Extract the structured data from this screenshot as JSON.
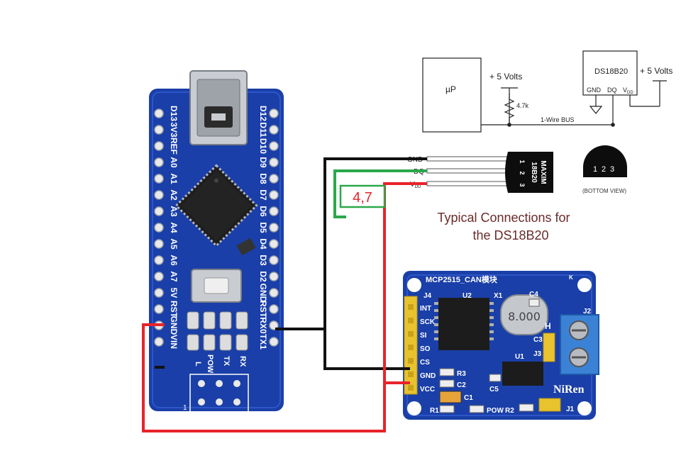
{
  "schematic": {
    "mcu_label": "µP",
    "pullup_supply": "+ 5 Volts",
    "resistor_value": "4.7k",
    "bus_label": "1-Wire BUS",
    "sensor_label": "DS18B20",
    "sensor_pins": [
      "GND",
      "DQ",
      "V"
    ],
    "vdd_subscript": "DD",
    "sensor_supply": "+ 5 Volts"
  },
  "package": {
    "pin_labels": [
      "GND",
      "DQ",
      "V"
    ],
    "vdd_subscript": "DD",
    "brand_lines": [
      "MAXIM",
      "18B20"
    ],
    "pin_numbers": [
      "1",
      "2",
      "3"
    ],
    "bottom_numbers": [
      "1",
      "2",
      "3"
    ],
    "bottom_view": "(BOTTOM VIEW)"
  },
  "caption": {
    "line1": "Typical Connections for",
    "line2": "the DS18B20"
  },
  "resistor_box": "4,7",
  "nano": {
    "left_pins": [
      "D13",
      "3V3",
      "REF",
      "A0",
      "A1",
      "A2",
      "A3",
      "A4",
      "A5",
      "A6",
      "A7",
      "5V",
      "RST",
      "GND",
      "VIN"
    ],
    "right_pins": [
      "D12",
      "D11",
      "D10",
      "D9",
      "D8",
      "D7",
      "D6",
      "D5",
      "D4",
      "D3",
      "D2",
      "GND",
      "RST",
      "RX0",
      "TX1"
    ],
    "led_labels": [
      "L",
      "POW",
      "TX",
      "RX"
    ],
    "header_number": "1"
  },
  "can_module": {
    "title": "MCP2515_CAN模块",
    "header_name": "J4",
    "header_pins": [
      "INT",
      "SCK",
      "SI",
      "SO",
      "CS",
      "GND",
      "VCC"
    ],
    "chip_u2": "U2",
    "crystal_ref": "X1",
    "crystal_value": "8.000",
    "chip_u1": "U1",
    "c4": "C4",
    "c3": "C3",
    "j3": "J3",
    "h": "H",
    "r3": "R3",
    "c2": "C2",
    "c1": "C1",
    "c5": "C5",
    "r1": "R1",
    "pow": "POW",
    "r2": "R2",
    "j1": "J1",
    "j2": "J2",
    "k": "K",
    "brand": "NiRen"
  },
  "colors": {
    "board_blue": "#1a3fa8",
    "wire_red": "#e8232a",
    "wire_black": "#111111",
    "wire_green": "#2aa84a"
  }
}
